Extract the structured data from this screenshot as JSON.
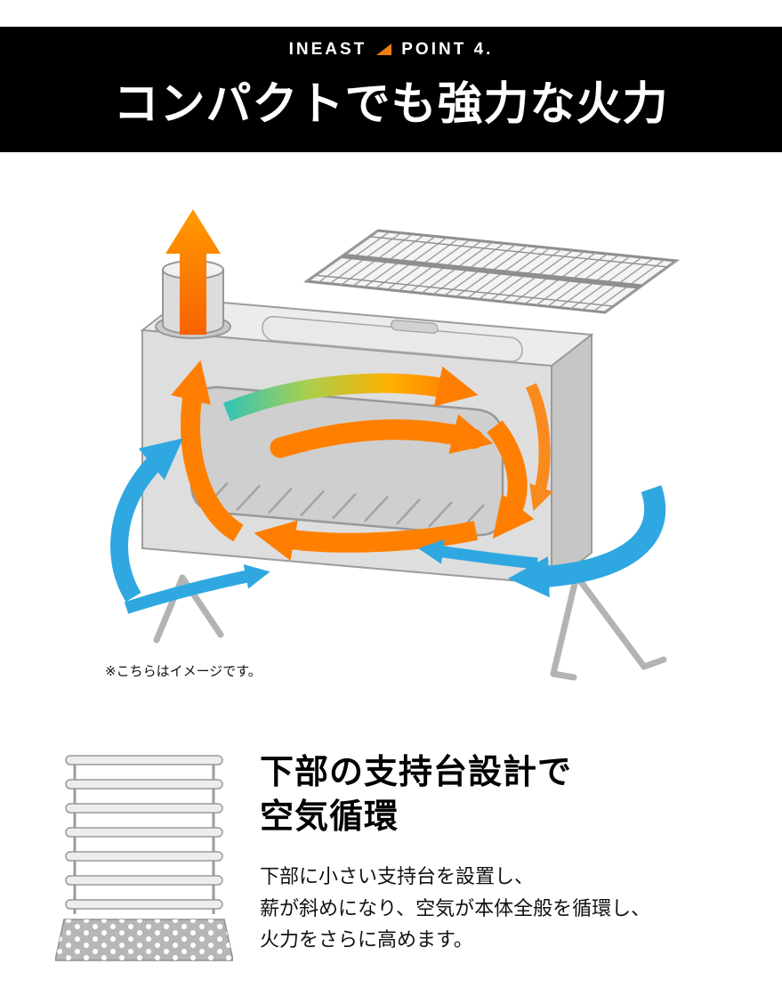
{
  "header": {
    "brand": "INEAST",
    "point_label": "POINT 4.",
    "title": "コンパクトでも強力な火力",
    "bg_color": "#000000",
    "text_color": "#ffffff",
    "accent_color": "#ee7d11"
  },
  "illustration": {
    "caption": "※こちらはイメージです。",
    "hot_air_color": "#ff8000",
    "hot_air_gradient": [
      "#35c4b5",
      "#a9cf4e",
      "#ffb000",
      "#ff7d00"
    ],
    "cool_air_color": "#2fa8e1",
    "metal_color": "#dedede"
  },
  "feature": {
    "heading_line1": "下部の支持台設計で",
    "heading_line2": "空気循環",
    "body_line1": "下部に小さい支持台を設置し、",
    "body_line2": "薪が斜めになり、空気が本体全般を循環し、",
    "body_line3": "火力をさらに高めます。"
  }
}
